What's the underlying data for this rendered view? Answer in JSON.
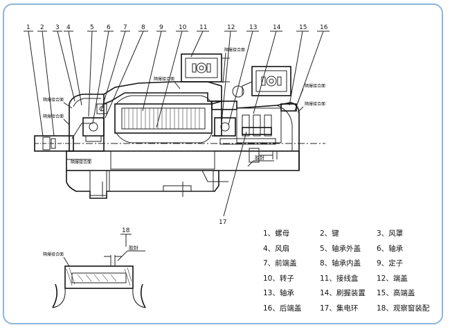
{
  "callout_numbers": [
    "1",
    "2",
    "3",
    "4",
    "5",
    "6",
    "7",
    "8",
    "9",
    "10",
    "11",
    "12",
    "13",
    "14",
    "15",
    "16",
    "17",
    "18"
  ],
  "explosion_label": "隔爆接合面",
  "annotations": {
    "jiao_feng_main": "胶封",
    "jiao_feng_detail": "胶封"
  },
  "legend": [
    [
      "1、螺母",
      "2、键",
      "3、风罩"
    ],
    [
      "4、风扇",
      "5、轴承外盖",
      "6、轴承"
    ],
    [
      "7、前端盖",
      "8、轴承内盖",
      "9、定子"
    ],
    [
      "10、转子",
      "11、接线盒",
      "12、端盖"
    ],
    [
      "13、轴承",
      "14、刷握装置",
      "15、高端盖"
    ],
    [
      "16、后端盖",
      "17、集电环",
      "18、观察窗装配"
    ]
  ]
}
